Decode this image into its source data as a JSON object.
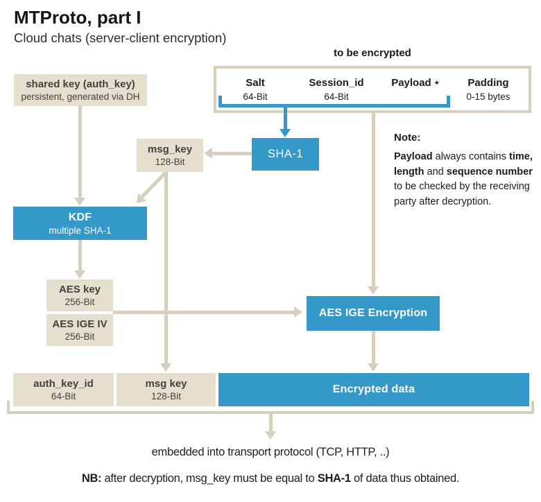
{
  "page": {
    "title": "MTProto, part I",
    "subtitle": "Cloud chats (server-client encryption)"
  },
  "colors": {
    "blue": "#3498c8",
    "beige_box": "#e5dfcf",
    "line_tan": "#d7cfbd",
    "box_text": "#45413a"
  },
  "to_be_encrypted": {
    "title": "to be encrypted",
    "fields": [
      {
        "label": "Salt",
        "sub": "64-Bit"
      },
      {
        "label": "Session_id",
        "sub": "64-Bit"
      },
      {
        "label": "Payload",
        "star": "★"
      },
      {
        "label": "Padding",
        "sub": "0-15 bytes"
      }
    ]
  },
  "boxes": {
    "shared_key": {
      "title": "shared key (auth_key)",
      "sub": "persistent, generated via DH"
    },
    "msg_key_top": {
      "title": "msg_key",
      "sub": "128-Bit"
    },
    "sha1": {
      "label": "SHA-1"
    },
    "kdf": {
      "title": "KDF",
      "sub": "multiple SHA-1"
    },
    "aes_key": {
      "title": "AES key",
      "sub": "256-Bit"
    },
    "aes_ige_iv": {
      "title": "AES IGE IV",
      "sub": "256-Bit"
    },
    "aes_ige_encryption": {
      "label": "AES IGE Encryption"
    },
    "auth_key_id": {
      "title": "auth_key_id",
      "sub": "64-Bit"
    },
    "msg_key_bottom": {
      "title": "msg key",
      "sub": "128-Bit"
    },
    "encrypted_data": {
      "label": "Encrypted data"
    }
  },
  "note": {
    "heading": "Note:",
    "l1a": "Payload",
    "l1b": " always contains ",
    "l1c": "time,",
    "l2a": "length",
    "l2b": " and ",
    "l2c": "sequence number",
    "l3": "to be checked by the receiving",
    "l4": "party after decryption."
  },
  "footer": {
    "transport": "embedded into transport protocol (TCP, HTTP, ..)",
    "nb_label": "NB:",
    "nb_mid": " after decryption, msg_key must be equal to ",
    "nb_sha": "SHA-1",
    "nb_tail": " of data thus obtained."
  }
}
